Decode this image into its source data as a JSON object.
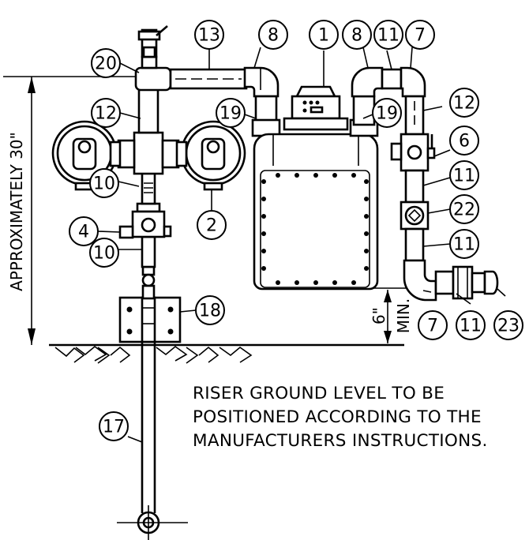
{
  "callouts": [
    "13",
    "8",
    "1",
    "8",
    "11",
    "7",
    "20",
    "12",
    "19",
    "19",
    "12",
    "6",
    "10",
    "2",
    "11",
    "4",
    "22",
    "10",
    "11",
    "18",
    "7",
    "11",
    "23",
    "17"
  ],
  "dimension": {
    "height_label": "APPROXIMATELY 30\"",
    "min_label_num": "6\"",
    "min_label_unit": "MIN."
  },
  "note": {
    "line1": "RISER GROUND LEVEL TO BE",
    "line2": "POSITIONED ACCORDING TO THE",
    "line3": "MANUFACTURERS INSTRUCTIONS."
  }
}
